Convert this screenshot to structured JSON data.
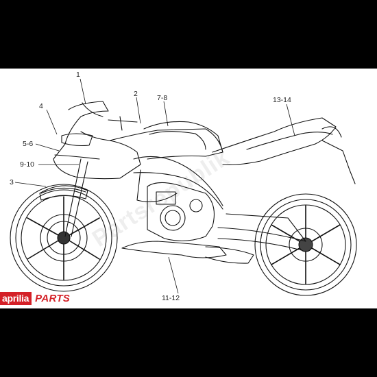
{
  "diagram": {
    "callouts": {
      "c1": "1",
      "c2": "2",
      "c3": "3",
      "c4": "4",
      "c56": "5-6",
      "c78": "7-8",
      "c910": "9-10",
      "c1112": "11-12",
      "c1314": "13-14"
    },
    "watermark": "Partsrepublik",
    "brand": {
      "logo_text": "aprilia",
      "parts_text": "PARTS",
      "accent_color": "#d42027"
    },
    "line_color": "#111111"
  }
}
